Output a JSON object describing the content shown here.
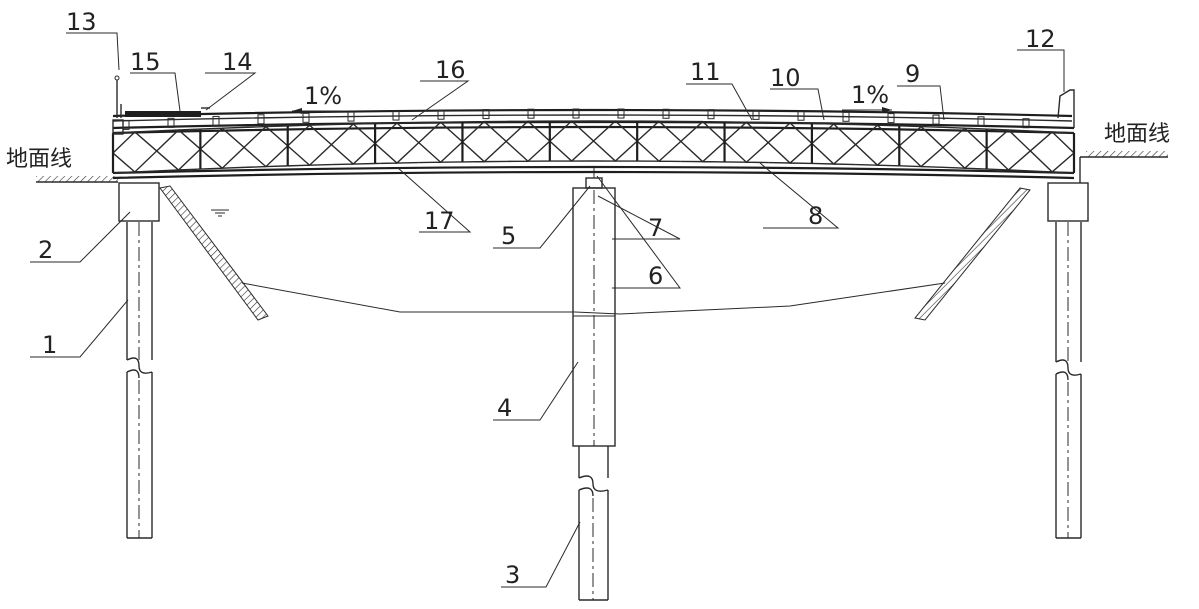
{
  "labels": {
    "n1": "1",
    "n2": "2",
    "n3": "3",
    "n4": "4",
    "n5": "5",
    "n6": "6",
    "n7": "7",
    "n8": "8",
    "n9": "9",
    "n10": "10",
    "n11": "11",
    "n12": "12",
    "n13": "13",
    "n14": "14",
    "n15": "15",
    "n16": "16",
    "n17": "17"
  },
  "ground_line_left": "地面线",
  "ground_line_right": "地面线",
  "slope_left": "1%",
  "slope_right": "1%"
}
